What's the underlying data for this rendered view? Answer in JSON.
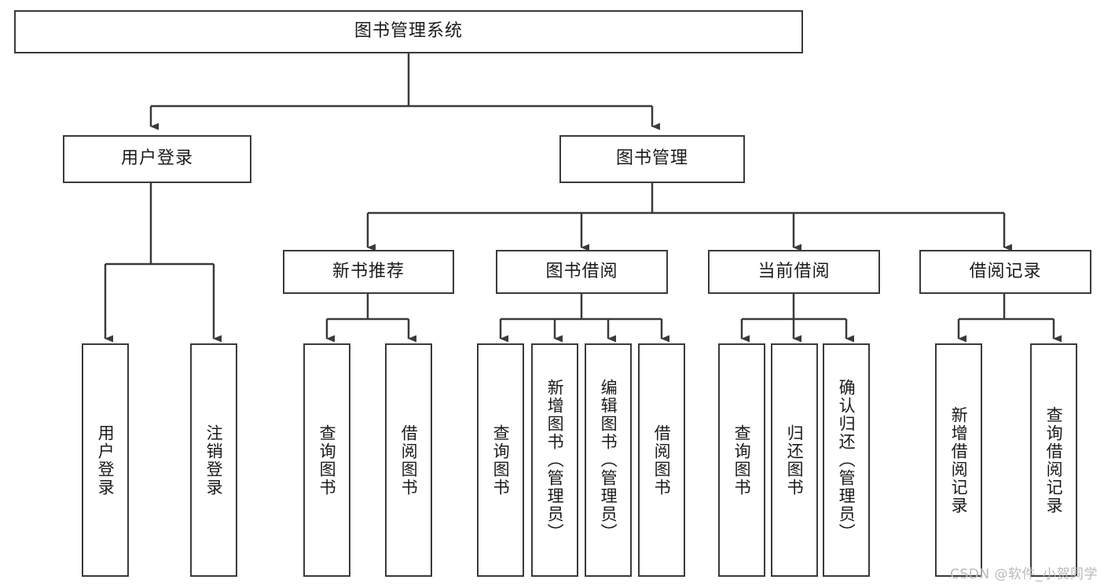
{
  "diagram": {
    "title": "图书管理系统",
    "type": "tree-hierarchy",
    "root": {
      "id": "root",
      "label": "图书管理系统"
    },
    "level2": [
      {
        "id": "user-login",
        "label": "用户登录"
      },
      {
        "id": "book-manage",
        "label": "图书管理"
      }
    ],
    "level3": [
      {
        "id": "new-book-recommend",
        "label": "新书推荐",
        "parent": "book-manage"
      },
      {
        "id": "book-borrow",
        "label": "图书借阅",
        "parent": "book-manage"
      },
      {
        "id": "current-borrow",
        "label": "当前借阅",
        "parent": "book-manage"
      },
      {
        "id": "borrow-record",
        "label": "借阅记录",
        "parent": "book-manage"
      }
    ],
    "leaves": [
      {
        "id": "leaf-user-login",
        "label": "用户登录",
        "parent": "user-login"
      },
      {
        "id": "leaf-logout-login",
        "label": "注销登录",
        "parent": "user-login"
      },
      {
        "id": "leaf-query-book-1",
        "label": "查询图书",
        "parent": "new-book-recommend"
      },
      {
        "id": "leaf-borrow-book-1",
        "label": "借阅图书",
        "parent": "new-book-recommend"
      },
      {
        "id": "leaf-query-book-2",
        "label": "查询图书",
        "parent": "book-borrow"
      },
      {
        "id": "leaf-add-book",
        "label": "新增图书（管理员）",
        "parent": "book-borrow"
      },
      {
        "id": "leaf-edit-book",
        "label": "编辑图书（管理员）",
        "parent": "book-borrow"
      },
      {
        "id": "leaf-borrow-book-2",
        "label": "借阅图书",
        "parent": "book-borrow"
      },
      {
        "id": "leaf-query-book-3",
        "label": "查询图书",
        "parent": "current-borrow"
      },
      {
        "id": "leaf-return-book",
        "label": "归还图书",
        "parent": "current-borrow"
      },
      {
        "id": "leaf-confirm-return",
        "label": "确认归还（管理员）",
        "parent": "current-borrow"
      },
      {
        "id": "leaf-add-record",
        "label": "新增借阅记录",
        "parent": "borrow-record"
      },
      {
        "id": "leaf-query-record",
        "label": "查询借阅记录",
        "parent": "borrow-record"
      }
    ],
    "colors": {
      "stroke": "#3a3a3a",
      "box_fill": "#ffffff",
      "text": "#1a1a1a",
      "watermark": "#b9b9b9",
      "background": "#ffffff"
    }
  },
  "watermark": {
    "text": "CSDN @软件_小贺同学"
  }
}
